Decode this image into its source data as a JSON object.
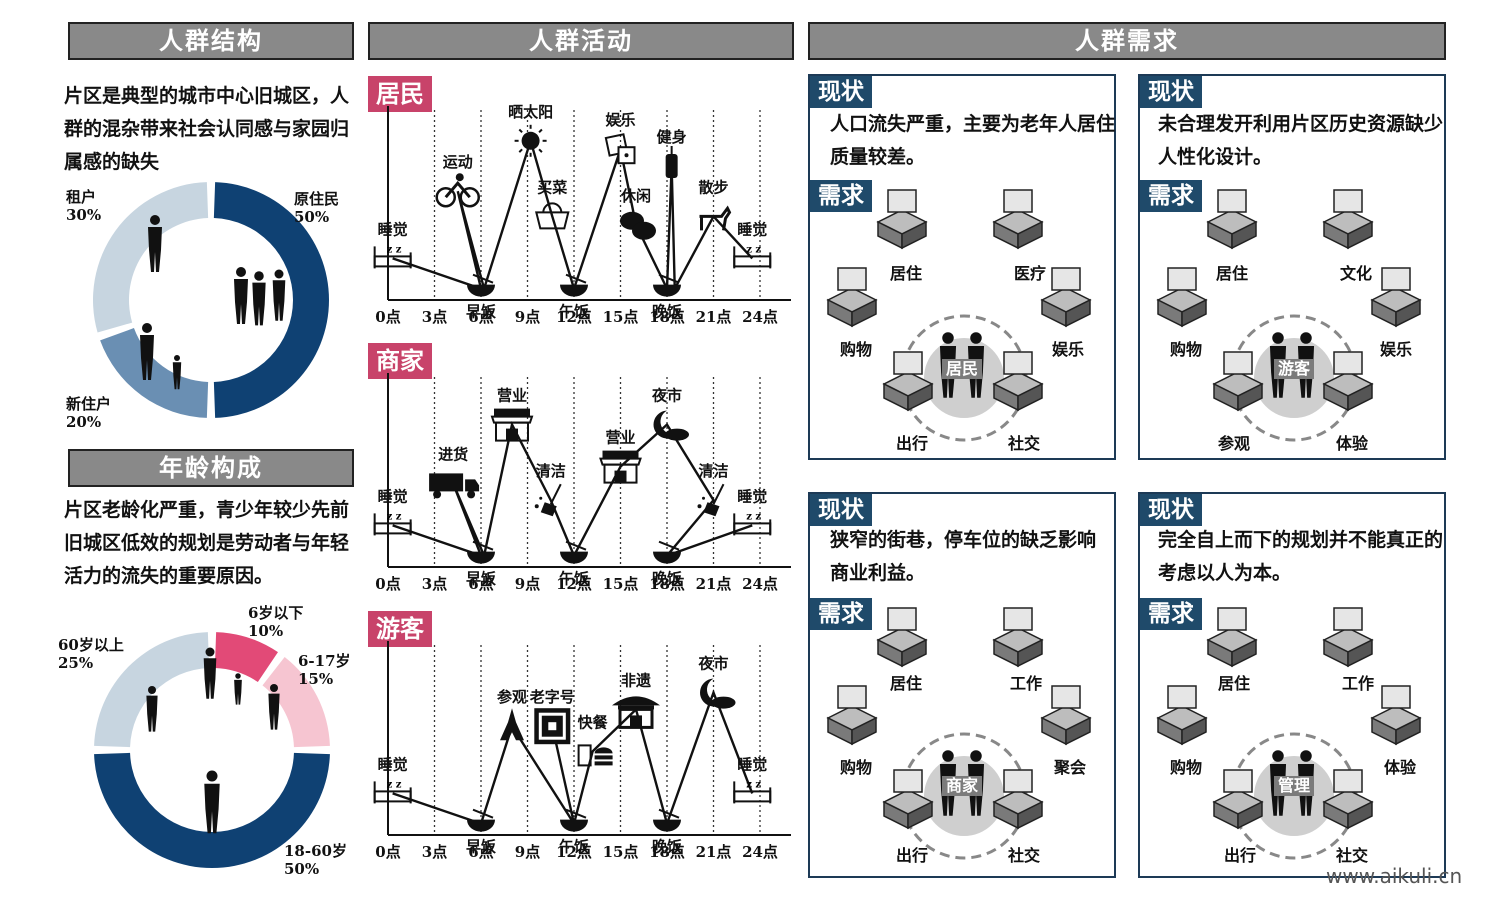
{
  "headers": {
    "structure": "人群结构",
    "activity": "人群活动",
    "needs": "人群需求",
    "age": "年龄构成"
  },
  "structure": {
    "text": "片区是典型的城市中心旧城区，人群的混杂带来社会认同感与家园归属感的缺失",
    "segments": [
      {
        "name": "原住民",
        "pct": "50%",
        "value": 50,
        "color": "#0f4173"
      },
      {
        "name": "新住户",
        "pct": "20%",
        "value": 20,
        "color": "#6a8fb3"
      },
      {
        "name": "租户",
        "pct": "30%",
        "value": 30,
        "color": "#c7d5e0"
      }
    ]
  },
  "age": {
    "text": "片区老龄化严重，青少年较少先前旧城区低效的规划是劳动者与年轻活力的流失的重要原因。",
    "segments": [
      {
        "name": "6岁以下",
        "pct": "10%",
        "value": 10,
        "color": "#e24a77"
      },
      {
        "name": "6-17岁",
        "pct": "15%",
        "value": 15,
        "color": "#f6c5d1"
      },
      {
        "name": "18-60岁",
        "pct": "50%",
        "value": 50,
        "color": "#0f4173"
      },
      {
        "name": "60岁以上",
        "pct": "25%",
        "value": 25,
        "color": "#c7d5e0"
      }
    ]
  },
  "timeline": {
    "ticks": [
      "0点",
      "3点",
      "6点",
      "9点",
      "12点",
      "15点",
      "18点",
      "21点",
      "24点"
    ],
    "groups": [
      {
        "tag": "居民",
        "points": [
          {
            "h": 0.3,
            "lvl": 0.2,
            "label": "睡觉",
            "icon": "bed"
          },
          {
            "h": 6,
            "lvl": 0.02,
            "label": "早饭",
            "icon": "bowl"
          },
          {
            "h": 4.5,
            "lvl": 0.6,
            "label": "运动",
            "icon": "bike"
          },
          {
            "h": 6.2,
            "lvl": 0.02,
            "label": "",
            "icon": ""
          },
          {
            "h": 9.2,
            "lvl": 0.9,
            "label": "晒太阳",
            "icon": "sun"
          },
          {
            "h": 10.6,
            "lvl": 0.45,
            "label": "买菜",
            "icon": "basket"
          },
          {
            "h": 12,
            "lvl": 0.02,
            "label": "午饭",
            "icon": "bowl"
          },
          {
            "h": 15,
            "lvl": 0.85,
            "label": "娱乐",
            "icon": "dice"
          },
          {
            "h": 16,
            "lvl": 0.4,
            "label": "休闲",
            "icon": "chat"
          },
          {
            "h": 18,
            "lvl": 0.02,
            "label": "晚饭",
            "icon": "bowl"
          },
          {
            "h": 18.3,
            "lvl": 0.75,
            "label": "健身",
            "icon": "gym"
          },
          {
            "h": 18.5,
            "lvl": 0.02,
            "label": "",
            "icon": ""
          },
          {
            "h": 21,
            "lvl": 0.45,
            "label": "散步",
            "icon": "dog"
          },
          {
            "h": 23.5,
            "lvl": 0.2,
            "label": "睡觉",
            "icon": "bed"
          }
        ]
      },
      {
        "tag": "商家",
        "points": [
          {
            "h": 0.3,
            "lvl": 0.2,
            "label": "睡觉",
            "icon": "bed"
          },
          {
            "h": 6,
            "lvl": 0.02,
            "label": "早饭",
            "icon": "bowl"
          },
          {
            "h": 4.2,
            "lvl": 0.45,
            "label": "进货",
            "icon": "truck"
          },
          {
            "h": 6.2,
            "lvl": 0.02,
            "label": "",
            "icon": ""
          },
          {
            "h": 8,
            "lvl": 0.8,
            "label": "营业",
            "icon": "shop"
          },
          {
            "h": 10.5,
            "lvl": 0.35,
            "label": "清洁",
            "icon": "broom"
          },
          {
            "h": 12,
            "lvl": 0.02,
            "label": "午饭",
            "icon": "bowl"
          },
          {
            "h": 15,
            "lvl": 0.55,
            "label": "营业",
            "icon": "shop"
          },
          {
            "h": 18,
            "lvl": 0.8,
            "label": "夜市",
            "icon": "moon"
          },
          {
            "h": 21,
            "lvl": 0.35,
            "label": "清洁",
            "icon": "broom"
          },
          {
            "h": 18,
            "lvl": 0.02,
            "label": "晚饭",
            "icon": "bowl"
          },
          {
            "h": 23.5,
            "lvl": 0.2,
            "label": "睡觉",
            "icon": "bed"
          }
        ]
      },
      {
        "tag": "游客",
        "points": [
          {
            "h": 0.3,
            "lvl": 0.2,
            "label": "睡觉",
            "icon": "bed"
          },
          {
            "h": 6,
            "lvl": 0.02,
            "label": "早饭",
            "icon": "bowl"
          },
          {
            "h": 8,
            "lvl": 0.6,
            "label": "参观",
            "icon": "tower"
          },
          {
            "h": 12,
            "lvl": 0.02,
            "label": "午饭",
            "icon": "bowl"
          },
          {
            "h": 13.2,
            "lvl": 0.45,
            "label": "快餐",
            "icon": "fastfood"
          },
          {
            "h": 16,
            "lvl": 0.7,
            "label": "非遗",
            "icon": "pavilion"
          },
          {
            "h": 18,
            "lvl": 0.02,
            "label": "晚饭",
            "icon": "bowl"
          },
          {
            "h": 21,
            "lvl": 0.8,
            "label": "夜市",
            "icon": "moon"
          },
          {
            "h": 23.5,
            "lvl": 0.2,
            "label": "睡觉",
            "icon": "bed"
          }
        ],
        "extra": {
          "label": "老字号",
          "icon": "laozihao",
          "h": 10.6,
          "lvl": 0.6
        }
      }
    ]
  },
  "panels": [
    {
      "status_tag": "现状",
      "need_tag": "需求",
      "text": "人口流失严重，主要为老年人居住质量较差。",
      "center": "居民",
      "items": [
        "居住",
        "医疗",
        "购物",
        "娱乐",
        "出行",
        "社交"
      ]
    },
    {
      "status_tag": "现状",
      "need_tag": "需求",
      "text": "未合理发开利用片区历史资源缺少人性化设计。",
      "center": "游客",
      "items": [
        "居住",
        "文化",
        "购物",
        "娱乐",
        "参观",
        "体验"
      ]
    },
    {
      "status_tag": "现状",
      "need_tag": "需求",
      "text": "狭窄的街巷，停车位的缺乏影响商业利益。",
      "center": "商家",
      "items": [
        "居住",
        "工作",
        "购物",
        "聚会",
        "出行",
        "社交"
      ]
    },
    {
      "status_tag": "现状",
      "need_tag": "需求",
      "text": "完全自上而下的规划并不能真正的考虑以人为本。",
      "center": "管理",
      "items": [
        "居住",
        "工作",
        "购物",
        "体验",
        "出行",
        "社交"
      ]
    }
  ],
  "watermark": "www.aikuli.cn"
}
